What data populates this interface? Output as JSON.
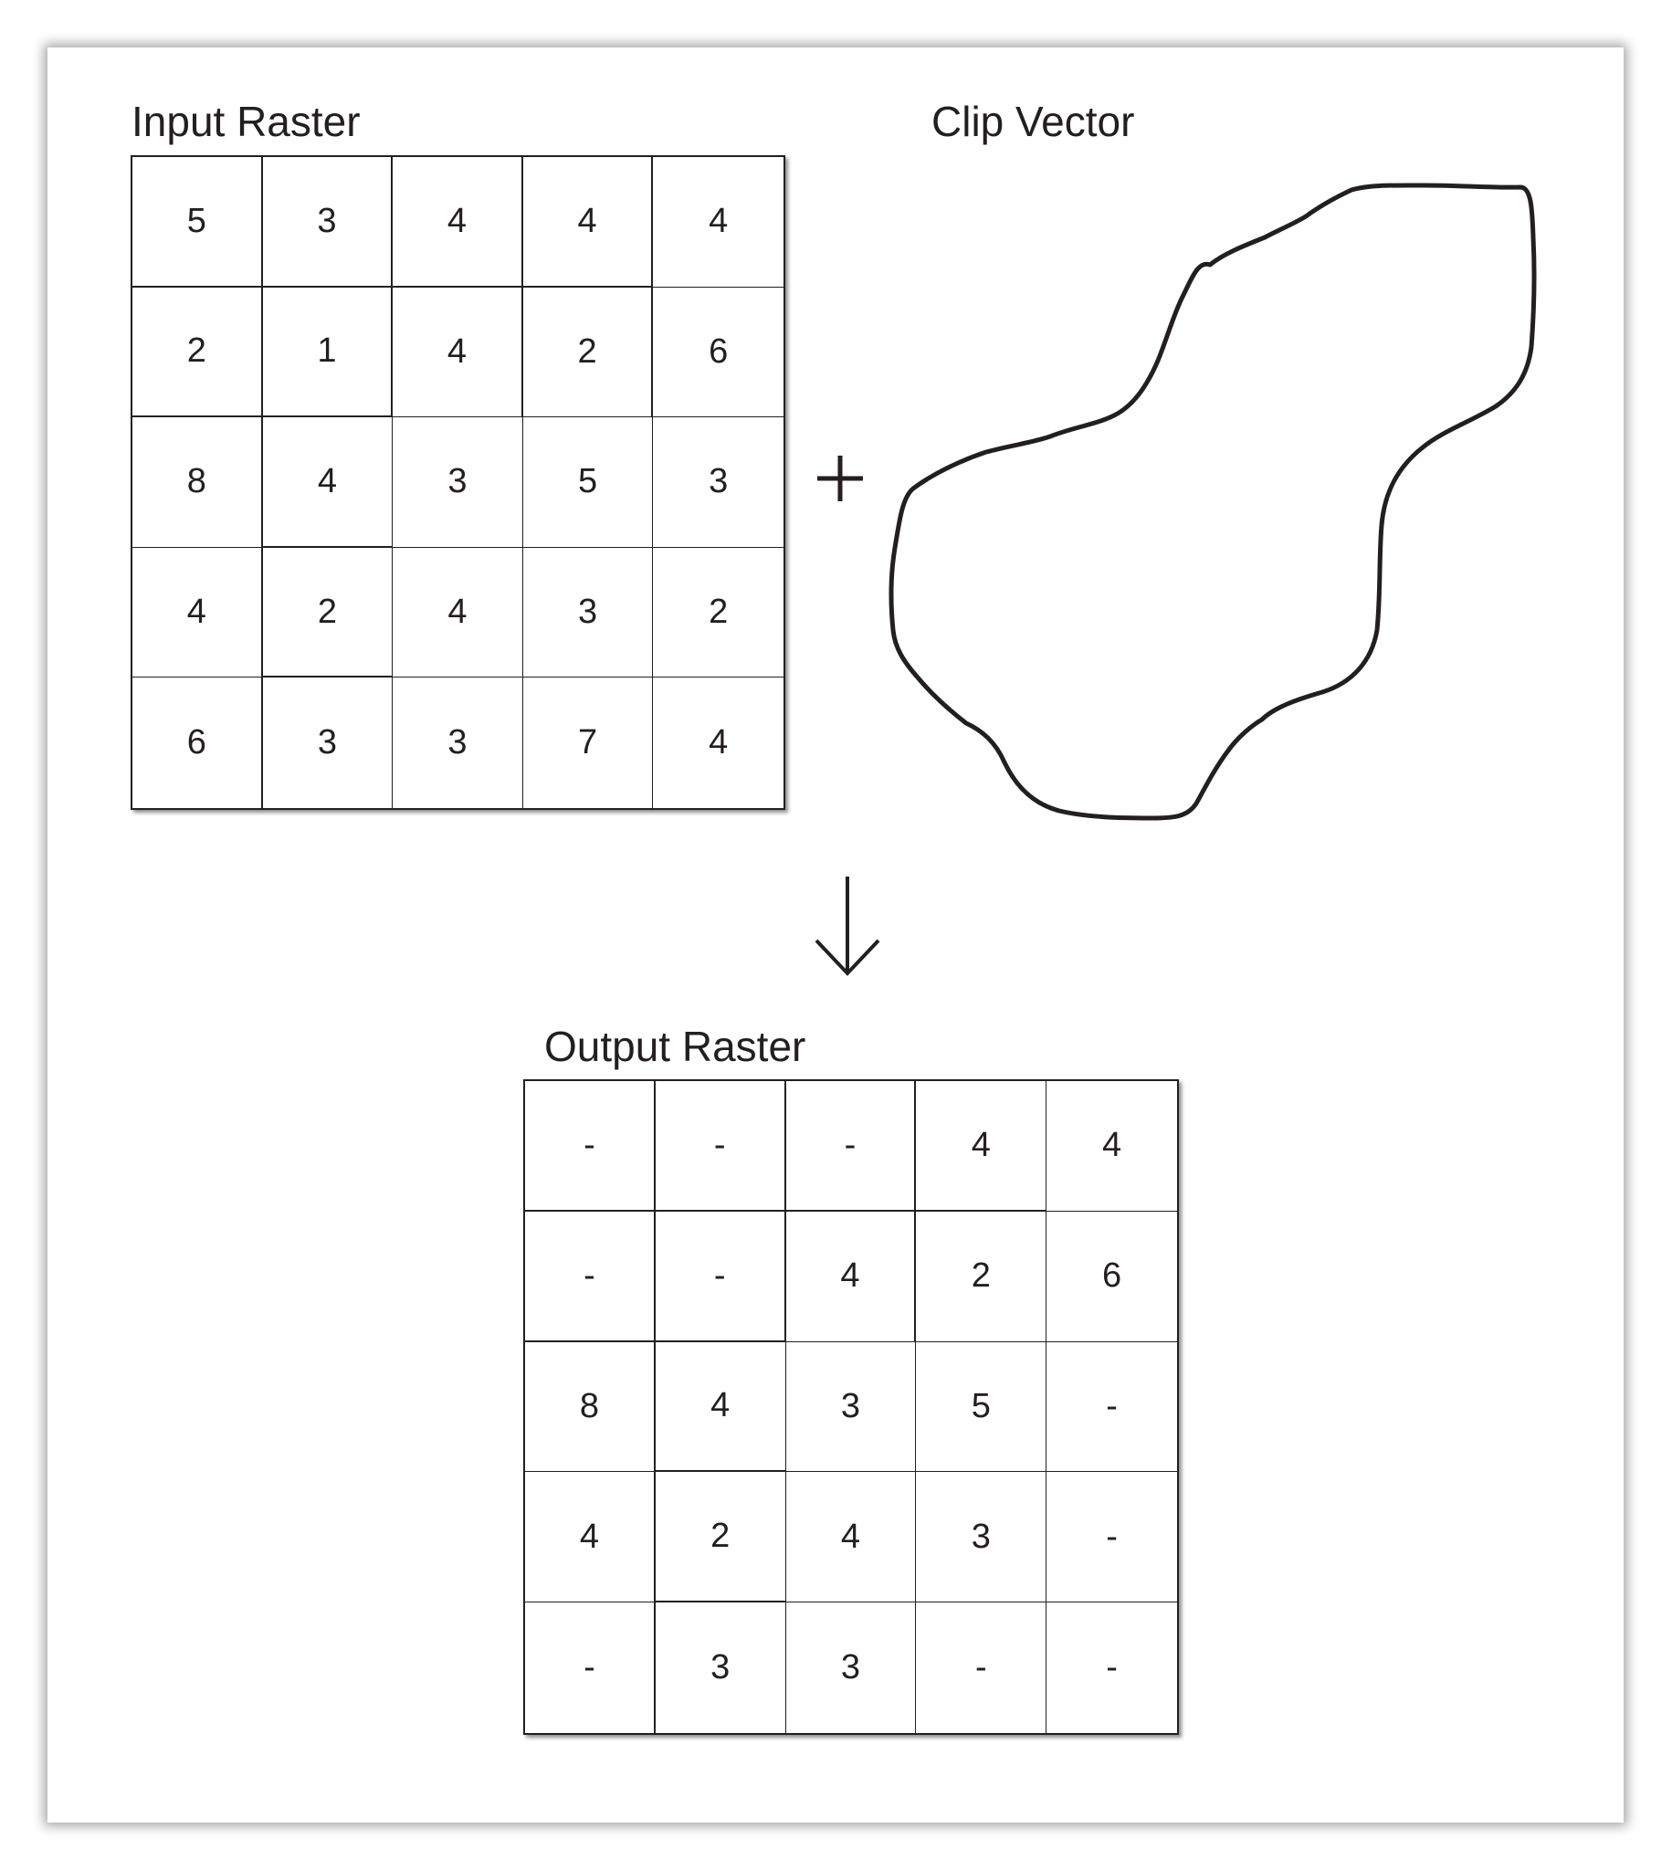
{
  "input_raster": {
    "title": "Input Raster",
    "rows": [
      [
        "5",
        "3",
        "4",
        "4",
        "4"
      ],
      [
        "2",
        "1",
        "4",
        "2",
        "6"
      ],
      [
        "8",
        "4",
        "3",
        "5",
        "3"
      ],
      [
        "4",
        "2",
        "4",
        "3",
        "2"
      ],
      [
        "6",
        "3",
        "3",
        "7",
        "4"
      ]
    ]
  },
  "clip_vector": {
    "title": "Clip Vector"
  },
  "output_raster": {
    "title": "Output Raster",
    "rows": [
      [
        "-",
        "-",
        "-",
        "4",
        "4"
      ],
      [
        "-",
        "-",
        "4",
        "2",
        "6"
      ],
      [
        "8",
        "4",
        "3",
        "5",
        "-"
      ],
      [
        "4",
        "2",
        "4",
        "3",
        "-"
      ],
      [
        "-",
        "3",
        "3",
        "-",
        "-"
      ]
    ]
  },
  "operators": {
    "plus": "plus-icon",
    "arrow": "arrow-down-icon"
  }
}
